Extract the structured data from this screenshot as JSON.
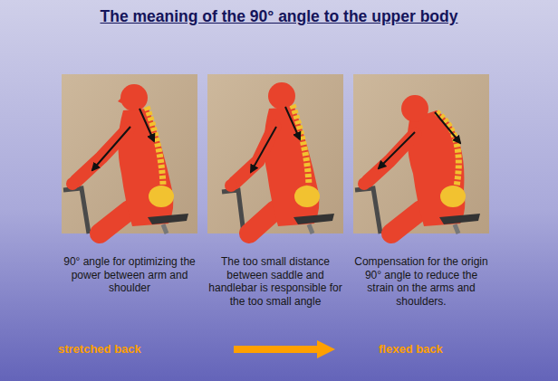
{
  "diagram": {
    "title": "The meaning of the 90° angle to the upper body",
    "labels": [
      "90° angle for optimizing the power between arm and shoulder",
      "The too small distance between saddle and handlebar is responsible for the too small angle",
      "Compensation for the origin 90° angle to reduce the strain on the arms and shoulders.",
      "stretched back",
      "flexed back"
    ]
  }
}
